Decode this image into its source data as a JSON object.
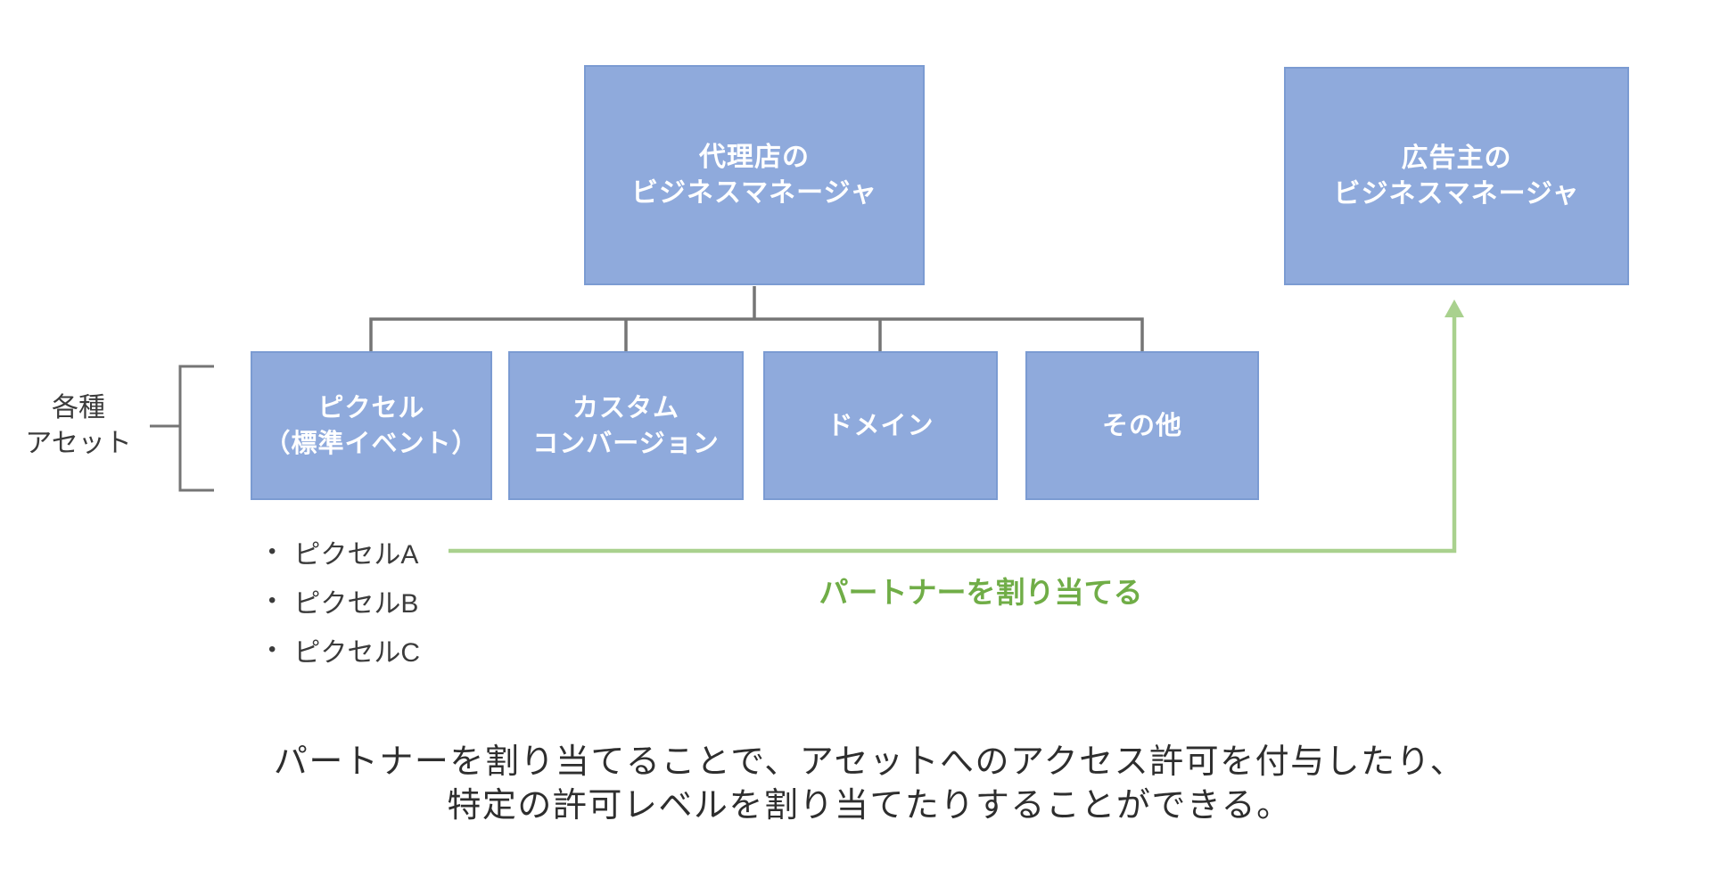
{
  "colors": {
    "box-fill": "#8FAADC",
    "box-border": "#7B9BD2",
    "box-text": "#FFFFFF",
    "connector-gray": "#757575",
    "arrow-green": "#A9D18E",
    "arrow-label-green": "#70AD47",
    "text-dark": "#3B3B3B"
  },
  "boxes": {
    "agency": {
      "line1": "代理店の",
      "line2": "ビジネスマネージャ"
    },
    "advertiser": {
      "line1": "広告主の",
      "line2": "ビジネスマネージャ"
    },
    "assets": [
      {
        "line1": "ピクセル",
        "line2": "（標準イベント）"
      },
      {
        "line1": "カスタム",
        "line2": "コンバージョン"
      },
      {
        "line1": "ドメイン"
      },
      {
        "line1": "その他"
      }
    ]
  },
  "bracket_label": {
    "line1": "各種",
    "line2": "アセット"
  },
  "pixel_list": {
    "bullet": "•",
    "items": [
      "ピクセルA",
      "ピクセルB",
      "ピクセルC"
    ]
  },
  "arrow": {
    "label": "パートナーを割り当てる"
  },
  "caption": {
    "line1": "パートナーを割り当てることで、アセットへのアクセス許可を付与したり、",
    "line2": "特定の許可レベルを割り当てたりすることができる。"
  }
}
